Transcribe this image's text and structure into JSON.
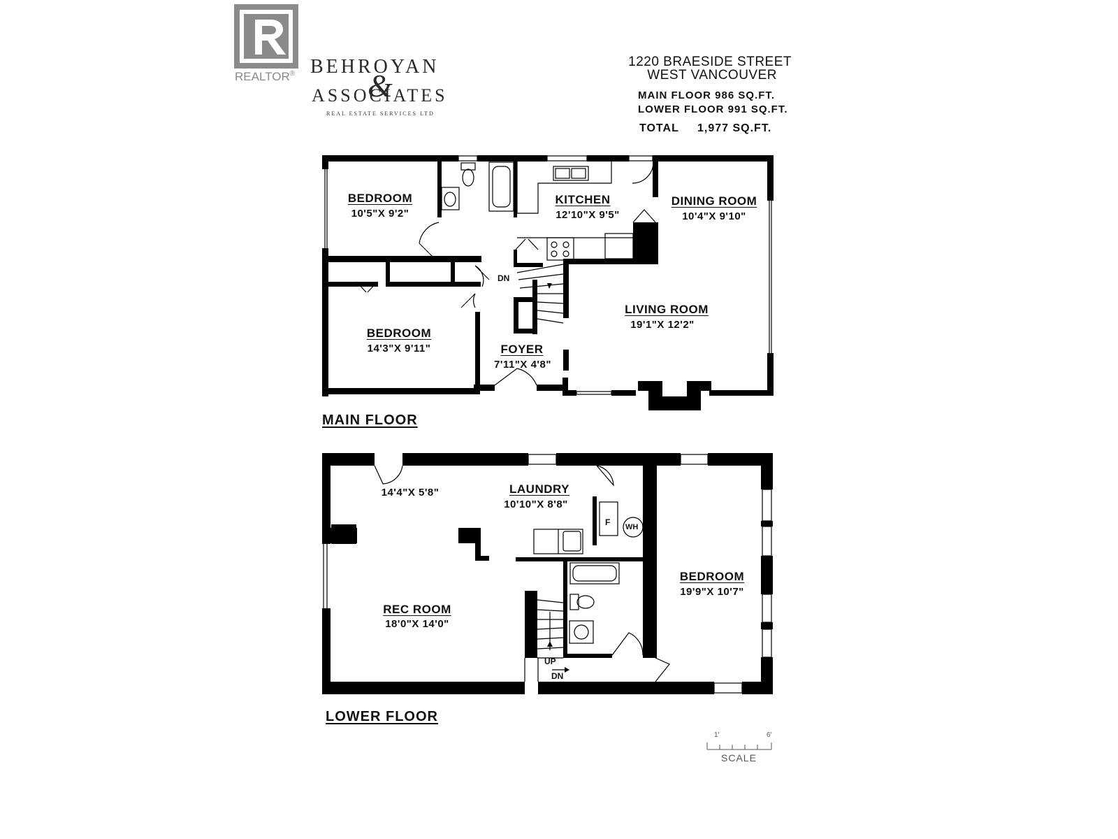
{
  "logo": {
    "realtor_text": "REALTOR",
    "registered_mark": "®",
    "brand_line1": "BEHROYAN",
    "brand_ampersand": "&",
    "brand_line2": "ASSOCIATES",
    "brand_tagline": "REAL ESTATE SERVICES LTD"
  },
  "header": {
    "address_line1": "1220 BRAESIDE STREET",
    "address_line2": "WEST VANCOUVER",
    "main_floor": "MAIN FLOOR 986 SQ.FT.",
    "lower_floor": "LOWER FLOOR 991 SQ.FT.",
    "total_label": "TOTAL",
    "total_value": "1,977 SQ.FT."
  },
  "main_floor": {
    "label": "MAIN FLOOR",
    "rooms": [
      {
        "name": "BEDROOM",
        "dims": "10'5\"X 9'2\""
      },
      {
        "name": "KITCHEN",
        "dims": "12'10\"X 9'5\""
      },
      {
        "name": "DINING ROOM",
        "dims": "10'4\"X 9'10\""
      },
      {
        "name": "BEDROOM",
        "dims": "14'3\"X 9'11\""
      },
      {
        "name": "LIVING ROOM",
        "dims": "19'1\"X 12'2\""
      },
      {
        "name": "FOYER",
        "dims": "7'11\"X 4'8\""
      }
    ],
    "stair_marker": "DN"
  },
  "lower_floor": {
    "label": "LOWER FLOOR",
    "rooms": [
      {
        "name": "",
        "dims": "14'4\"X 5'8\""
      },
      {
        "name": "LAUNDRY",
        "dims": "10'10\"X 8'8\""
      },
      {
        "name": "REC ROOM",
        "dims": "18'0\"X 14'0\""
      },
      {
        "name": "BEDROOM",
        "dims": "19'9\"X 10'7\""
      }
    ],
    "furnace_label": "F",
    "water_heater_label": "WH",
    "stair_up": "UP",
    "stair_down": "DN"
  },
  "scale": {
    "label": "SCALE",
    "tick_start": "1'",
    "tick_end": "6'"
  },
  "colors": {
    "wall": "#000000",
    "logo_grey": "#8a8a8a"
  }
}
